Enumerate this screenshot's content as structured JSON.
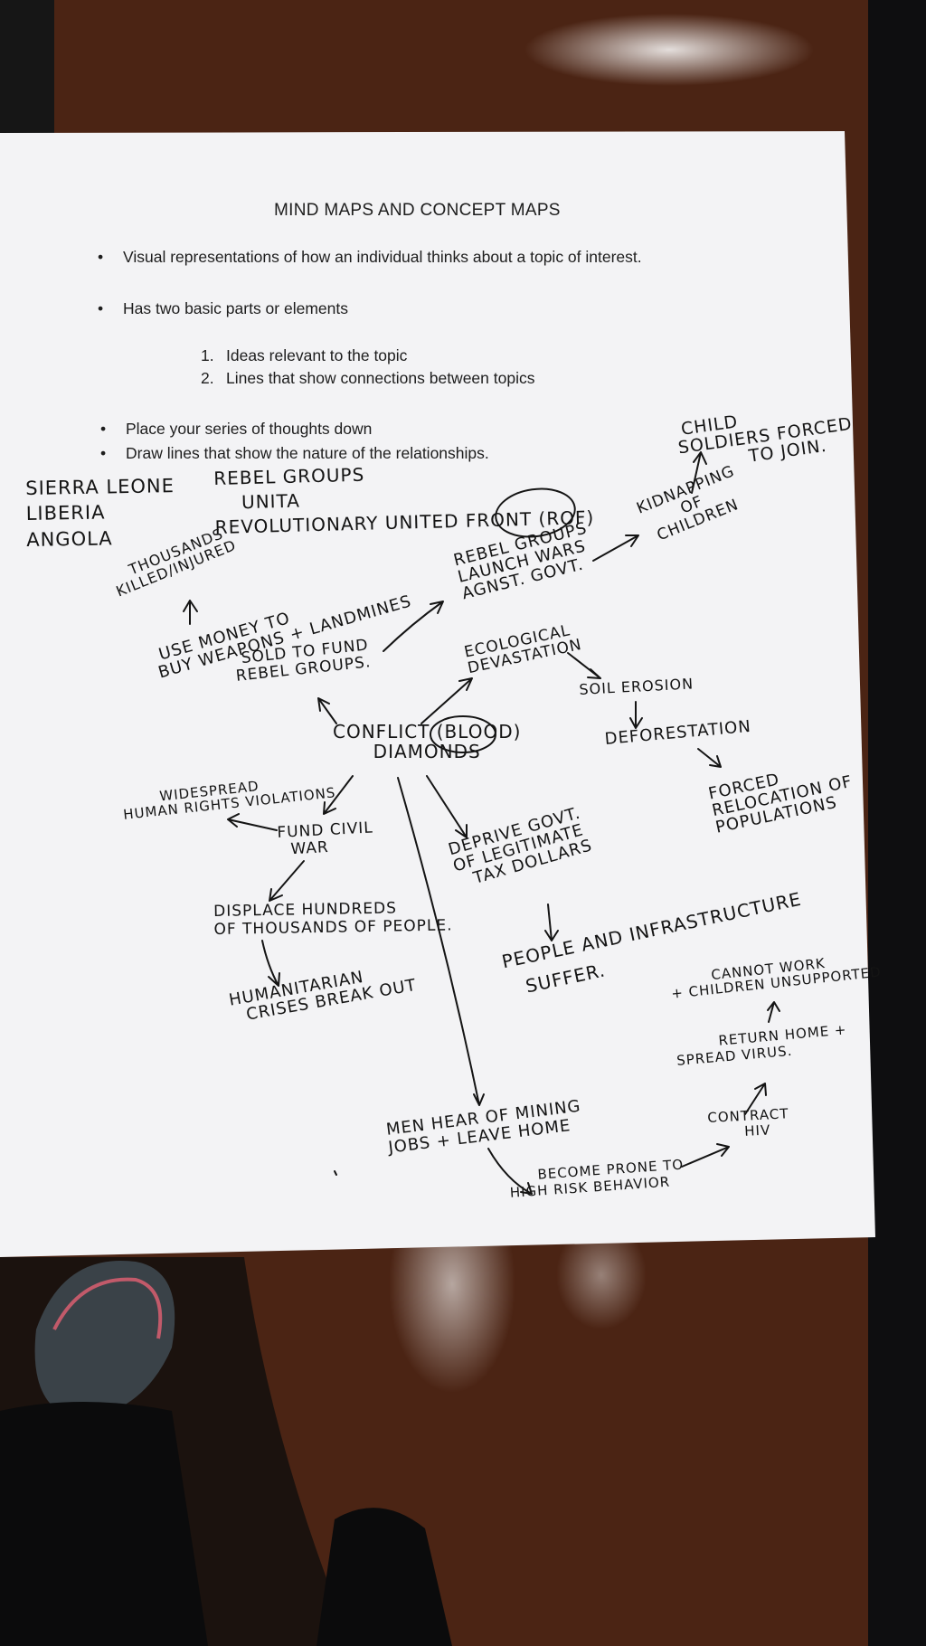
{
  "handout": {
    "title": "MIND MAPS AND CONCEPT MAPS",
    "bullets_top": [
      "Visual representations of how an individual thinks about a topic of interest.",
      "Has two basic parts or elements"
    ],
    "numbered": [
      {
        "n": "1.",
        "text": "Ideas relevant to the topic"
      },
      {
        "n": "2.",
        "text": "Lines that show connections between topics"
      }
    ],
    "bullets_bottom": [
      "Place your series of thoughts down",
      "Draw lines that show the nature of the relationships."
    ]
  },
  "notes": {
    "countries": [
      "SIERRA LEONE",
      "LIBERIA",
      "ANGOLA"
    ],
    "rebel_groups": [
      "REBEL GROUPS",
      "UNITA",
      "REVOLUTIONARY UNITED FRONT (ROF)"
    ],
    "child_soldiers": [
      "CHILD",
      "SOLDIERS FORCED",
      "TO JOIN."
    ],
    "kidnapping": [
      "KIDNAPPING",
      "OF",
      "CHILDREN"
    ],
    "rebel_wars": [
      "REBEL GROUPS",
      "LAUNCH WARS",
      "AGNST. GOVT."
    ],
    "killed": [
      "THOUSANDS",
      "KILLED/INJURED"
    ],
    "weapons": [
      "USE MONEY TO",
      "BUY WEAPONS + LANDMINES"
    ],
    "sold": [
      "SOLD TO FUND",
      "REBEL GROUPS."
    ],
    "ecological": [
      "ECOLOGICAL",
      "DEVASTATION"
    ],
    "soil": "SOIL EROSION",
    "deforestation": "DEFORESTATION",
    "relocation": [
      "FORCED",
      "RELOCATION OF",
      "POPULATIONS"
    ],
    "center": [
      "CONFLICT (BLOOD)",
      "DIAMONDS"
    ],
    "human_rights": [
      "WIDESPREAD",
      "HUMAN RIGHTS VIOLATIONS"
    ],
    "civil_war": [
      "FUND CIVIL",
      "WAR"
    ],
    "deprive": [
      "DEPRIVE GOVT.",
      "OF LEGITIMATE",
      "TAX DOLLARS"
    ],
    "displace": [
      "DISPLACE HUNDREDS",
      "OF THOUSANDS OF PEOPLE."
    ],
    "people_suffer": [
      "PEOPLE AND INFRASTRUCTURE",
      "SUFFER."
    ],
    "humanitarian": [
      "HUMANITARIAN",
      "CRISES BREAK OUT"
    ],
    "cannot_work": [
      "CANNOT WORK",
      "+ CHILDREN UNSUPPORTED"
    ],
    "return_home": [
      "RETURN HOME +",
      "SPREAD VIRUS."
    ],
    "contract": [
      "CONTRACT",
      "HIV"
    ],
    "men_mining": [
      "MEN HEAR OF MINING",
      "JOBS + LEAVE HOME"
    ],
    "high_risk": [
      "BECOME PRONE TO",
      "HIGH RISK BEHAVIOR"
    ]
  },
  "colors": {
    "paper": "#f4f4f6",
    "ink": "#141414",
    "blue_ink": "#2a2f8a",
    "table": "#4a2212"
  }
}
